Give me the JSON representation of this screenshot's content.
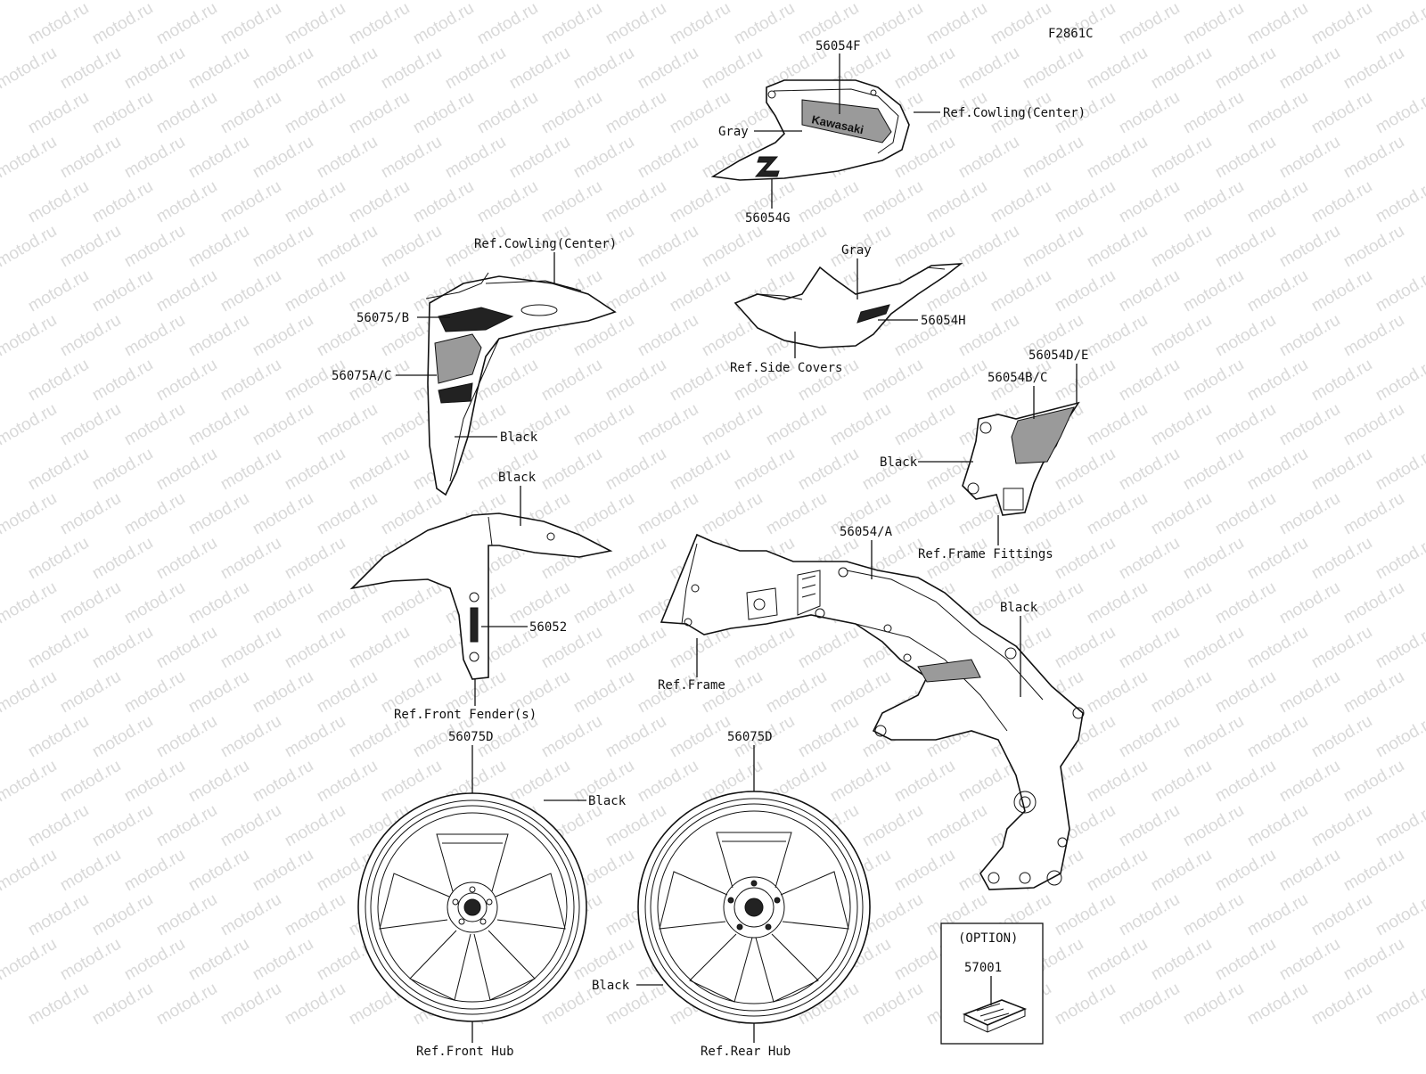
{
  "watermark": "motod.ru",
  "figure_code": "F2861C",
  "labels": {
    "p56054F": "56054F",
    "ref_cowl_center_1": "Ref.Cowling(Center)",
    "gray_1": "Gray",
    "p56054G": "56054G",
    "ref_cowl_center_2": "Ref.Cowling(Center)",
    "gray_2": "Gray",
    "p56075B": "56075/B",
    "p56054H": "56054H",
    "p56075AC": "56075A/C",
    "ref_side_covers": "Ref.Side Covers",
    "p56054DE": "56054D/E",
    "p56054BC": "56054B/C",
    "black_fender_rear": "Black",
    "black_fender_front": "Black",
    "black_fittings": "Black",
    "p56054A": "56054/A",
    "ref_frame_fittings": "Ref.Frame Fittings",
    "p56052": "56052",
    "black_frame": "Black",
    "ref_frame": "Ref.Frame",
    "ref_front_fender": "Ref.Front Fender(s)",
    "p56075D_front": "56075D",
    "p56075D_rear": "56075D",
    "black_front_wheel": "Black",
    "black_rear_wheel": "Black",
    "ref_front_hub": "Ref.Front Hub",
    "ref_rear_hub": "Ref.Rear Hub",
    "option": "(OPTION)",
    "p57001": "57001",
    "brand_decal": "Kawasaki",
    "z_decal": "Z"
  }
}
